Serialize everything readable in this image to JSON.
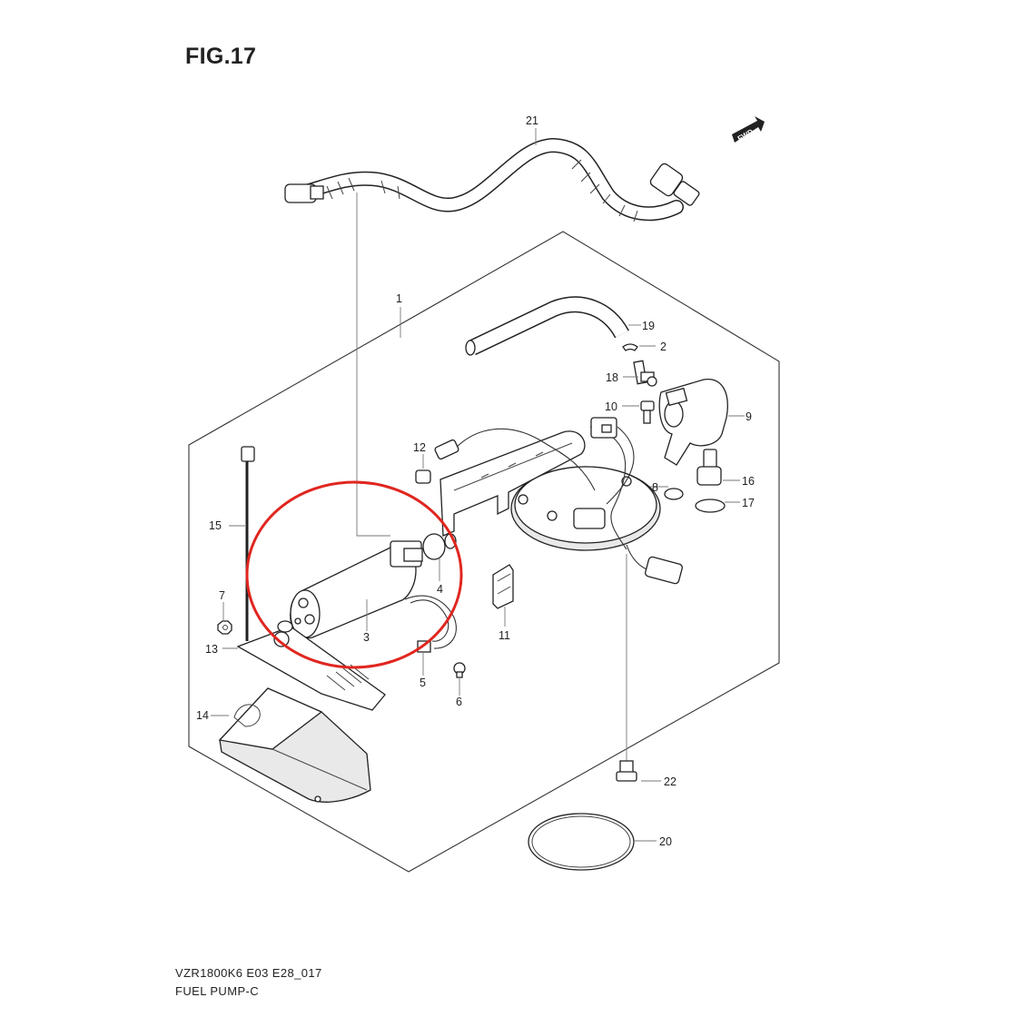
{
  "figure": {
    "title": "FIG.17",
    "fwd_label": "FWD"
  },
  "callouts": [
    "1",
    "2",
    "3",
    "4",
    "5",
    "6",
    "7",
    "8",
    "9",
    "10",
    "11",
    "12",
    "13",
    "14",
    "15",
    "16",
    "17",
    "18",
    "19",
    "20",
    "21",
    "22"
  ],
  "highlight_color": "#e0261f",
  "footer": {
    "code": "VZR1800K6 E03 E28_017",
    "name": "FUEL PUMP-C"
  }
}
